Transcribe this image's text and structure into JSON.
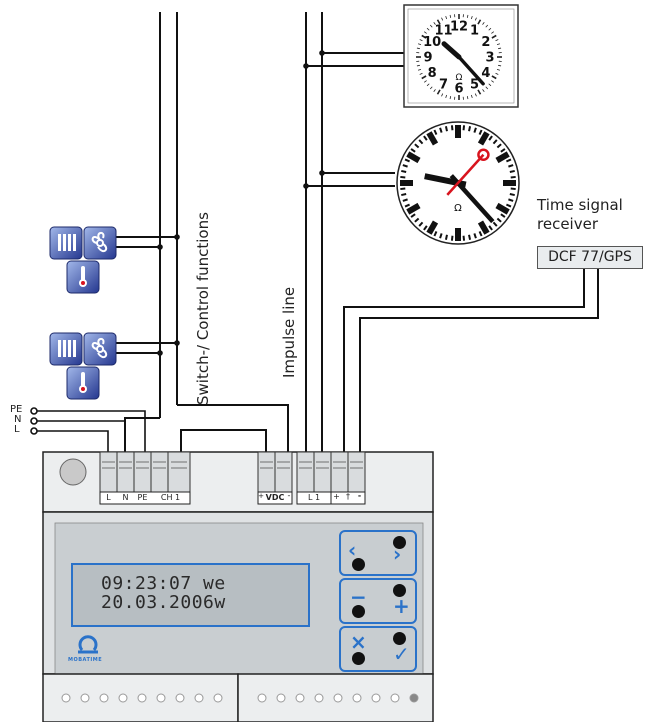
{
  "labels": {
    "switch_control": "Switch-/ Control functions",
    "impulse_line": "Impulse line",
    "time_signal_line1": "Time signal",
    "time_signal_line2": "receiver",
    "dcf_box": "DCF 77/GPS",
    "pe": "PE",
    "n": "N",
    "l": "L"
  },
  "terminals": {
    "left": [
      "L",
      "N",
      "PE",
      "CH 1"
    ],
    "vdc": "VDC",
    "l1": "L 1",
    "plus": "+",
    "dagger": "†",
    "minus": "-",
    "vdc_plus": "+",
    "vdc_minus": "-"
  },
  "display": {
    "line1": "09:23:07 we",
    "line2": "20.03.2006w"
  },
  "brand": "MOBATIME",
  "analog_clock": {
    "numbers": [
      "12",
      "1",
      "2",
      "3",
      "4",
      "5",
      "6",
      "7",
      "8",
      "9",
      "10",
      "11"
    ],
    "hour": 10,
    "minute": 23
  },
  "station_clock": {
    "hour": 9,
    "minute": 23,
    "second": 7
  },
  "colors": {
    "accent": "#2a72c9",
    "device": "#e2e4e5",
    "panel": "#b7bec2",
    "second_hand": "#d8141e",
    "icon_tile": "#2b3f9a"
  },
  "icons": [
    "radiator-icon",
    "fan-icon",
    "thermometer-icon",
    "radiator-icon",
    "fan-icon",
    "thermometer-icon"
  ]
}
